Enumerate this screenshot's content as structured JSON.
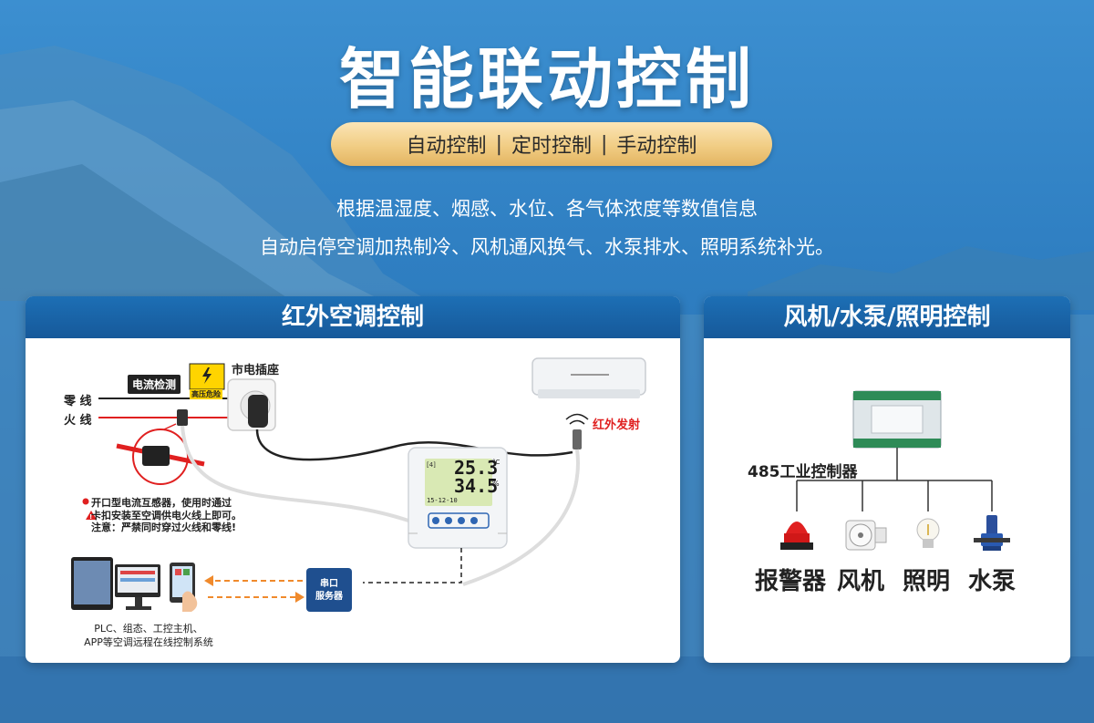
{
  "title": "智能联动控制",
  "modes": [
    "自动控制",
    "定时控制",
    "手动控制"
  ],
  "mode_separator": "|",
  "description": [
    "根据温湿度、烟感、水位、各气体浓度等数值信息",
    "自动启停空调加热制冷、风机通风换气、水泵排水、照明系统补光。"
  ],
  "left_panel": {
    "title": "红外空调控制",
    "labels": {
      "zero_line": "零 线",
      "fire_line": "火 线",
      "current_detect": "电流检测",
      "high_voltage": "高压危险",
      "socket": "市电插座",
      "ir_emit": "红外发射",
      "sensor_note_1": "开口型电流互感器，使用时通过",
      "sensor_note_2": "卡扣安装至空调供电火线上即可。",
      "warning_note": "注意：严禁同时穿过火线和零线!",
      "serial_server_1": "串口",
      "serial_server_2": "服务器",
      "plc_line1": "PLC、组态、工控主机、",
      "plc_line2": "APP等空调远程在线控制系统"
    },
    "display": {
      "temperature": "25.3",
      "temp_unit": "°C",
      "humidity": "34.5",
      "hum_unit": "%",
      "time": "15-12-10",
      "addr": "[4]"
    }
  },
  "right_panel": {
    "title": "风机/水泵/照明控制",
    "controller_label": "485工业控制器",
    "devices": [
      "报警器",
      "风机",
      "照明",
      "水泵"
    ]
  },
  "colors": {
    "panel_head": "#1d6fb5",
    "pill": "#f1cd84",
    "fire_line": "#e02020",
    "background": "#2f7fc2"
  }
}
